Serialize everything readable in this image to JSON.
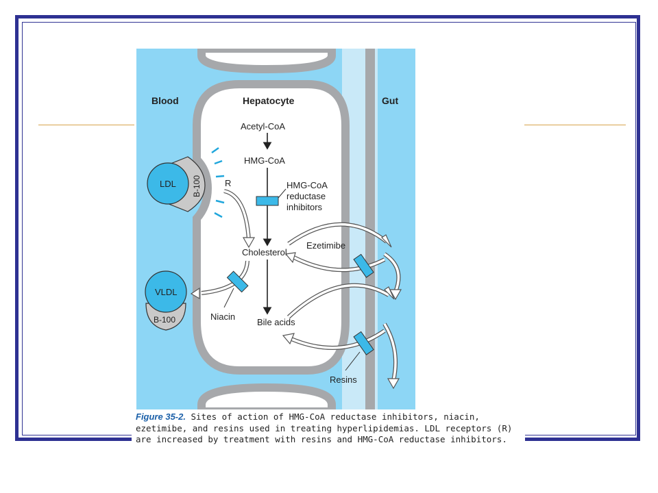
{
  "diagram": {
    "regions": {
      "blood": "Blood",
      "hepatocyte": "Hepatocyte",
      "gut": "Gut"
    },
    "pathway": {
      "acetyl_coa": "Acetyl-CoA",
      "hmg_coa": "HMG-CoA",
      "cholesterol": "Cholesterol",
      "bile_acids": "Bile acids"
    },
    "lipoproteins": {
      "ldl": "LDL",
      "ldl_apo": "B-100",
      "vldl": "VLDL",
      "vldl_apo": "B-100",
      "receptor": "R"
    },
    "drugs": {
      "statin_line1": "HMG-CoA",
      "statin_line2": "reductase",
      "statin_line3": "inhibitors",
      "ezetimibe": "Ezetimibe",
      "niacin": "Niacin",
      "resins": "Resins"
    },
    "colors": {
      "blood": "#8dd6f5",
      "gut_lumen": "#c9e9f8",
      "membrane": "#a6a8ab",
      "drug_block": "#3cb9e8",
      "lipoprotein": "#3cb9e8",
      "apoprotein": "#c9c9c9"
    }
  },
  "caption": {
    "figure_label": "Figure 35-2.",
    "text": " Sites of action of HMG-CoA reductase inhibitors, niacin, ezetimibe, and resins used in treating hyperlipidemias. LDL receptors (R) are increased by treatment with resins and HMG-CoA reductase inhibitors."
  }
}
